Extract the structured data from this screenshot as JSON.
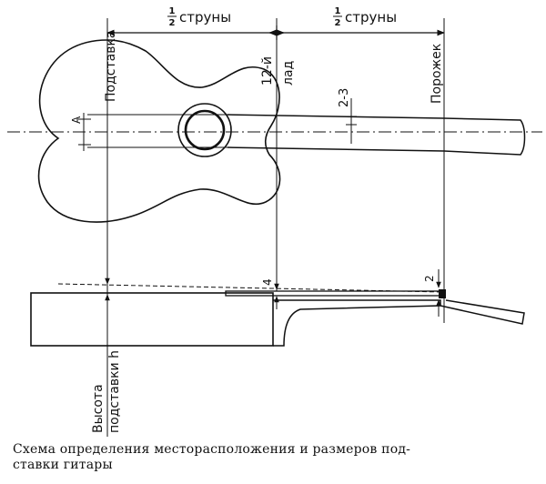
{
  "labels": {
    "half_left_num": "1",
    "half_left_den": "2",
    "half_left_word": "струны",
    "half_right_num": "1",
    "half_right_den": "2",
    "half_right_word": "струны",
    "bridge": "Подставка",
    "fret12_line1": "12-й",
    "fret12_line2": "лад",
    "nut": "Порожек",
    "dim_a": "А",
    "dim_23": "2-3",
    "dim_4": "4",
    "dim_2": "2",
    "height_line1": "Высота",
    "height_line2": "подставки h"
  },
  "caption": {
    "line1": "Схема  определения  месторасположения  и  размеров  под-",
    "line2": "ставки гитары"
  }
}
